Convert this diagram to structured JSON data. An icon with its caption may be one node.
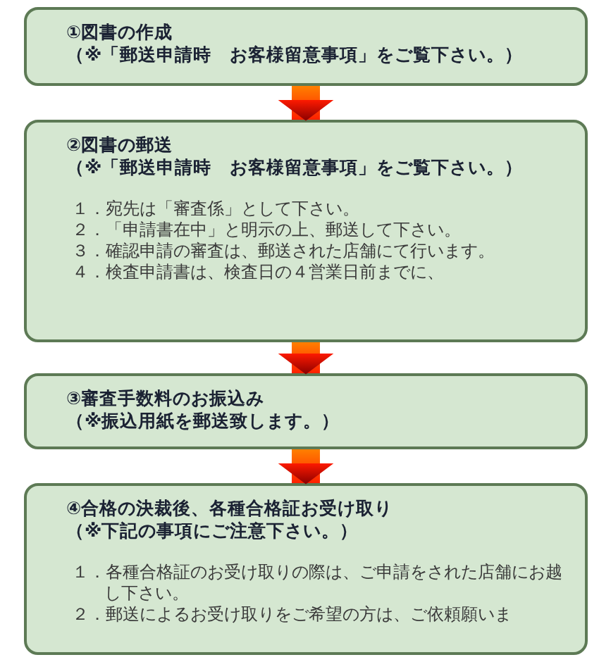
{
  "diagram": {
    "nodes": [
      {
        "text": [
          "①図書の作成",
          "（※「郵送申請時　お客様留意事項」をご覧下さい。）"
        ]
      },
      {
        "text": [
          "②図書の郵送",
          "（※「郵送申請時　お客様留意事項」をご覧下さい。）",
          "１．宛先は「審査係」として下さい。",
          "２．「申請書在中」と明示の上、郵送して下さい。",
          "３．確認申請の審査は、郵送された店舗にて行います。",
          "４．検査申請書は、検査日の４営業日前までに、"
        ]
      },
      {
        "text": [
          "③審査手数料のお振込み",
          "（※振込用紙を郵送致します。）"
        ]
      },
      {
        "text": [
          "④合格の決裁後、各種合格証お受け取り",
          "（※下記の事項にご注意下さい。）",
          "１．各種合格証のお受け取りの際は、ご申請をされた店舗にお越し下さい。",
          "２．郵送によるお受け取りをご希望の方は、ご依頼願いま"
        ]
      }
    ],
    "edges": [
      {
        "from": 0,
        "to": 1,
        "arrow": "to"
      },
      {
        "from": 1,
        "to": 2,
        "arrow": "to"
      },
      {
        "from": 2,
        "to": 3,
        "arrow": "to"
      }
    ]
  }
}
